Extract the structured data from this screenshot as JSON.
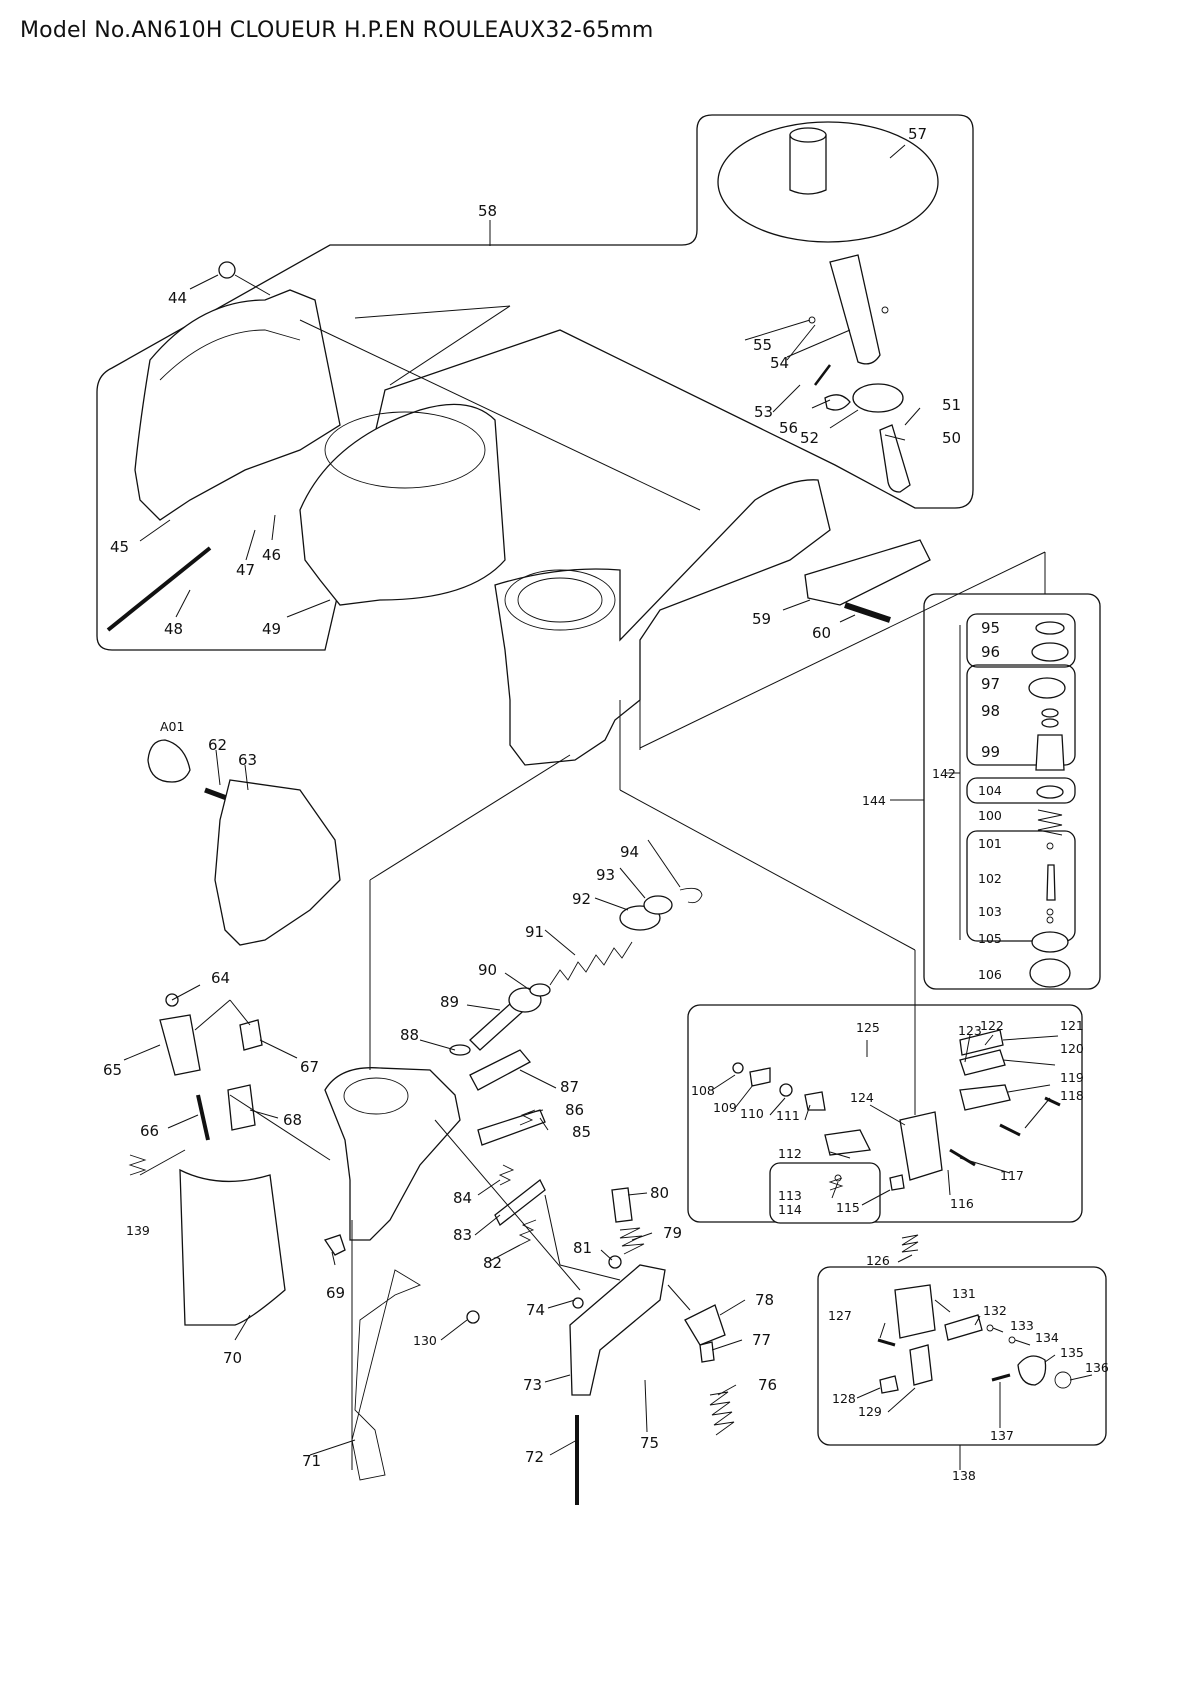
{
  "title": "Model No.AN610H CLOUEUR H.P.EN ROULEAUX32-65mm",
  "labels": {
    "l44": "44",
    "l45": "45",
    "l46": "46",
    "l47": "47",
    "l48": "48",
    "l49": "49",
    "l50": "50",
    "l51": "51",
    "l52": "52",
    "l53": "53",
    "l54": "54",
    "l55": "55",
    "l56": "56",
    "l57": "57",
    "l58": "58",
    "l59": "59",
    "l60": "60",
    "lA01": "A01",
    "l62": "62",
    "l63": "63",
    "l64": "64",
    "l65": "65",
    "l66": "66",
    "l67": "67",
    "l68": "68",
    "l69": "69",
    "l70": "70",
    "l71": "71",
    "l72": "72",
    "l73": "73",
    "l74": "74",
    "l75": "75",
    "l76": "76",
    "l77": "77",
    "l78": "78",
    "l79": "79",
    "l80": "80",
    "l81": "81",
    "l82": "82",
    "l83": "83",
    "l84": "84",
    "l85": "85",
    "l86": "86",
    "l87": "87",
    "l88": "88",
    "l89": "89",
    "l90": "90",
    "l91": "91",
    "l92": "92",
    "l93": "93",
    "l94": "94",
    "l95": "95",
    "l96": "96",
    "l97": "97",
    "l98": "98",
    "l99": "99",
    "l100": "100",
    "l101": "101",
    "l102": "102",
    "l103": "103",
    "l104": "104",
    "l105": "105",
    "l106": "106",
    "l142": "142",
    "l144": "144",
    "l108": "108",
    "l109": "109",
    "l110": "110",
    "l111": "111",
    "l112": "112",
    "l113": "113",
    "l114": "114",
    "l115": "115",
    "l116": "116",
    "l117": "117",
    "l118": "118",
    "l119": "119",
    "l120": "120",
    "l121": "121",
    "l122": "122",
    "l123": "123",
    "l124": "124",
    "l125": "125",
    "l126": "126",
    "l127": "127",
    "l128": "128",
    "l129": "129",
    "l130": "130",
    "l131": "131",
    "l132": "132",
    "l133": "133",
    "l134": "134",
    "l135": "135",
    "l136": "136",
    "l137": "137",
    "l138": "138",
    "l139": "139"
  }
}
